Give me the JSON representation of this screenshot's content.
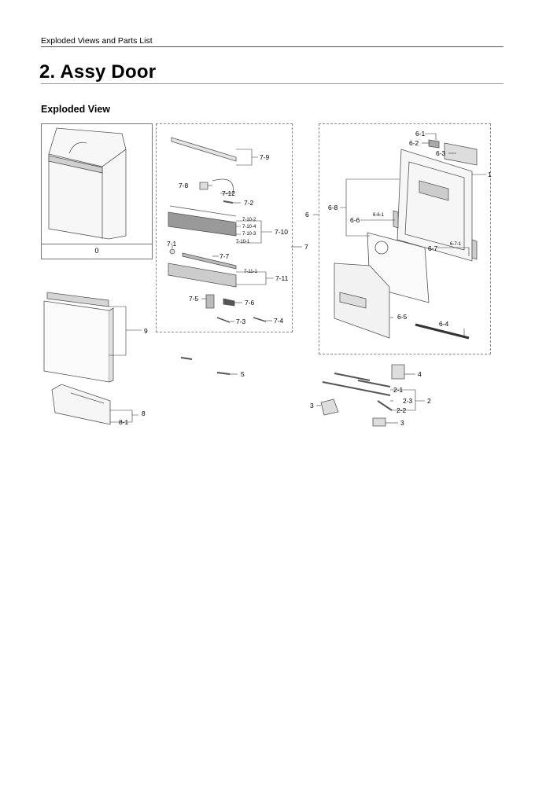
{
  "header": {
    "section": "Exploded Views and Parts List"
  },
  "page": {
    "title": "2.  Assy Door",
    "subtitle": "Exploded View"
  },
  "callouts": {
    "c0": "0",
    "c1": "1",
    "c2": "2",
    "c2_1": "2-1",
    "c2_2": "2-2",
    "c2_3": "2-3",
    "c3a": "3",
    "c3b": "3",
    "c4": "4",
    "c5": "5",
    "c6": "6",
    "c6_1": "6-1",
    "c6_2": "6-2",
    "c6_3": "6-3",
    "c6_4": "6-4",
    "c6_5": "6-5",
    "c6_6": "6-6",
    "c6_6_1": "6-6-1",
    "c6_7": "6-7",
    "c6_7_1": "6-7-1",
    "c6_8": "6-8",
    "c7": "7",
    "c7_1": "7-1",
    "c7_2": "7-2",
    "c7_3": "7-3",
    "c7_4": "7-4",
    "c7_5": "7-5",
    "c7_6": "7-6",
    "c7_7": "7-7",
    "c7_8": "7-8",
    "c7_9": "7-9",
    "c7_10": "7-10",
    "c7_10_1": "7-10-1",
    "c7_10_2": "7-10-2",
    "c7_10_3": "7-10-3",
    "c7_10_4": "7-10-4",
    "c7_11": "7-11",
    "c7_11_1": "7-11-1",
    "c7_12": "7-12",
    "c8": "8",
    "c8_1": "8-1",
    "c9": "9"
  }
}
